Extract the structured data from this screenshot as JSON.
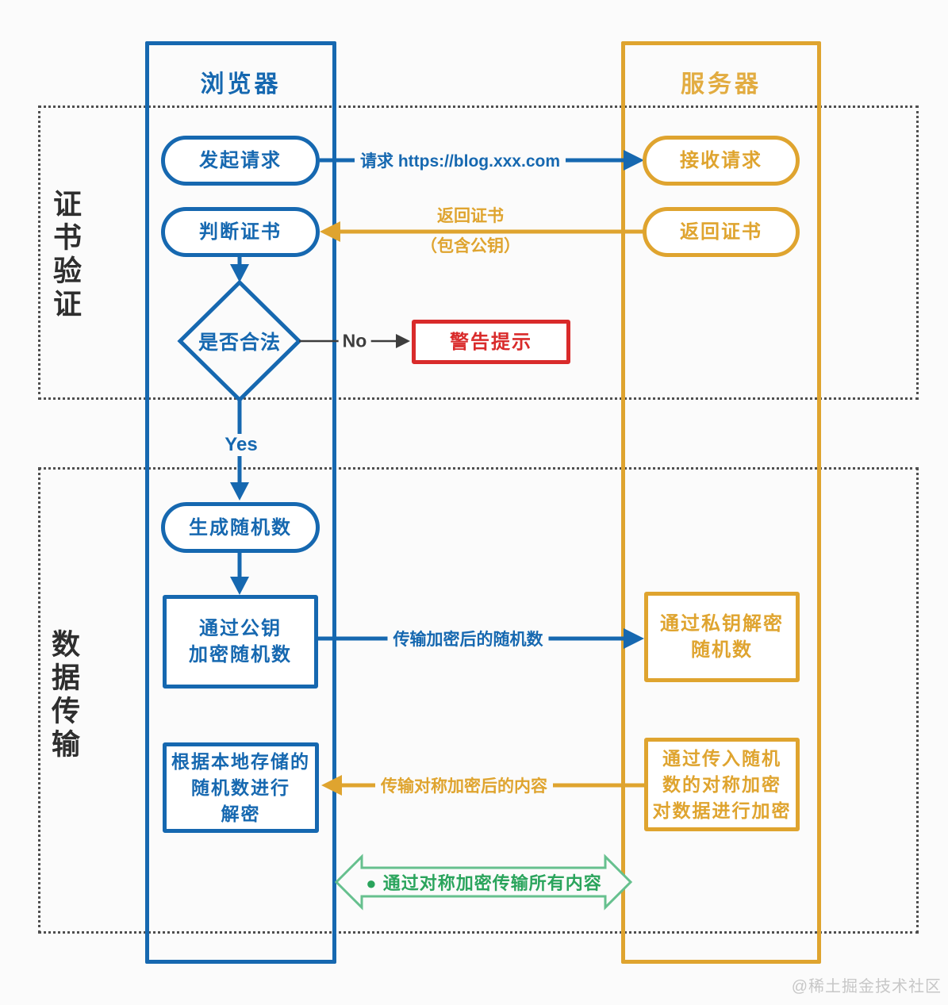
{
  "colors": {
    "blue": "#1668B0",
    "orange": "#DFA42F",
    "red": "#D92B2B",
    "green": "#2AA45C",
    "green_arrow_outline": "#66C08E",
    "section_border": "#4F4F4F"
  },
  "columns": {
    "browser": {
      "title": "浏览器"
    },
    "server": {
      "title": "服务器"
    }
  },
  "sections": {
    "cert": {
      "label": "证书验证"
    },
    "data": {
      "label": "数据传输"
    }
  },
  "nodes": {
    "initiate_request": "发起请求",
    "receive_request": "接收请求",
    "judge_certificate": "判断证书",
    "return_certificate": "返回证书",
    "is_valid": "是否合法",
    "warning_alert": "警告提示",
    "generate_random": "生成随机数",
    "encrypt_with_public_key": [
      "通过公钥",
      "加密随机数"
    ],
    "decrypt_with_private_key": [
      "通过私钥解密",
      "随机数"
    ],
    "local_decrypt": [
      "根据本地存储的",
      "随机数进行",
      "解密"
    ],
    "symmetric_encrypt": [
      "通过传入随机",
      "数的对称加密",
      "对数据进行加密"
    ]
  },
  "edges": {
    "request_url": "请求 https://blog.xxx.com",
    "return_cert_line1": "返回证书",
    "return_cert_line2": "（包含公钥）",
    "no": "No",
    "yes": "Yes",
    "send_encrypted_random": "传输加密后的随机数",
    "send_symmetric_content": "传输对称加密后的内容",
    "symmetric_all_content": "● 通过对称加密传输所有内容"
  },
  "watermark": "@稀土掘金技术社区"
}
